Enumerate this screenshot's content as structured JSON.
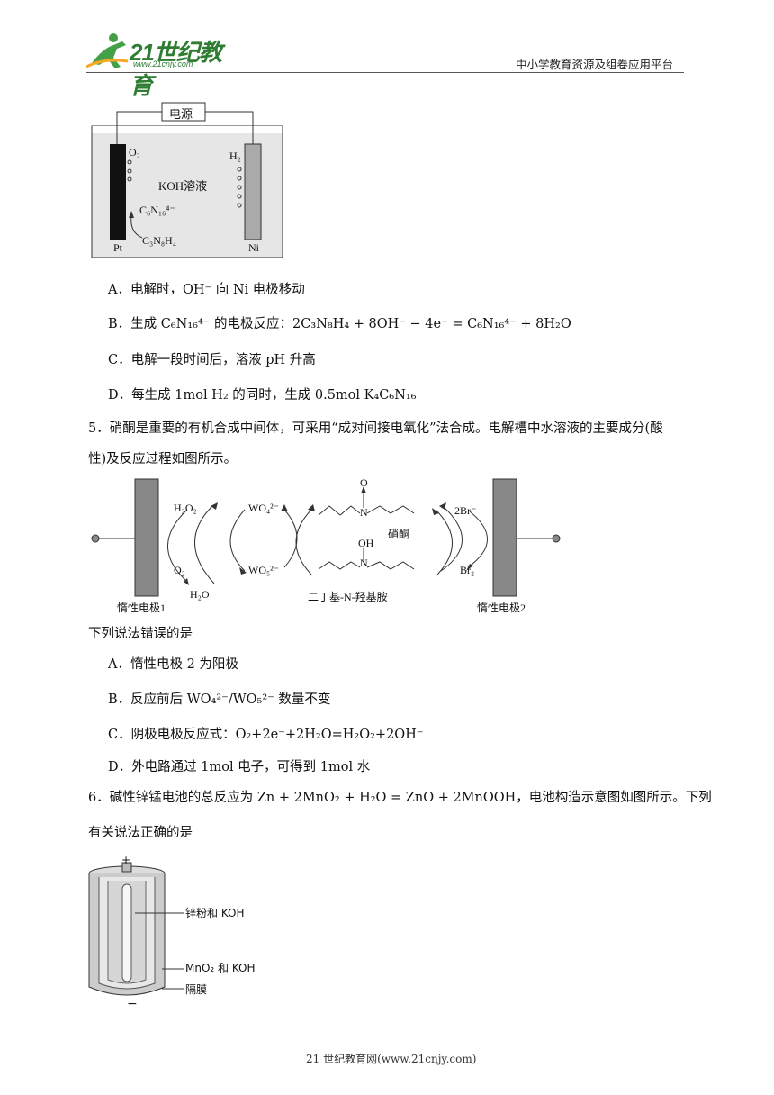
{
  "header": {
    "logo_text": "21世纪教育",
    "logo_sub": "www.21cnjy.com",
    "right_text": "中小学教育资源及组卷应用平台"
  },
  "q4_figure": {
    "power_label": "电源",
    "o2": "O₂",
    "h2": "H₂",
    "solution": "KOH溶液",
    "product": "C₆N₁₆⁴⁻",
    "reactant": "C₃N₈H₄",
    "left_electrode": "Pt",
    "right_electrode": "Ni"
  },
  "q4_options": {
    "A": "A．电解时，OH⁻ 向 Ni 电极移动",
    "B": "B．生成 C₆N₁₆⁴⁻ 的电极反应：2C₃N₈H₄ + 8OH⁻ − 4e⁻ = C₆N₁₆⁴⁻ + 8H₂O",
    "C": "C．电解一段时间后，溶液 pH 升高",
    "D": "D．每生成 1mol H₂ 的同时，生成 0.5mol K₄C₆N₁₆"
  },
  "q5": {
    "stem_line1": "5．硝酮是重要的有机合成中间体，可采用“成对间接电氧化”法合成。电解槽中水溶液的主要成分(酸",
    "stem_line2": "性)及反应过程如图所示。",
    "figure": {
      "h2o2": "H₂O₂",
      "o2": "O₂",
      "h2o": "H₂O",
      "wo4": "WO₄²⁻",
      "wo5": "WO₅²⁻",
      "nitrone": "硝酮",
      "hydroxylamine": "二丁基-N-羟基胺",
      "br": "2Br⁻",
      "br2": "Br₂",
      "o_label": "O",
      "n_label": "N",
      "oh_label": "OH",
      "electrode1": "惰性电极1",
      "electrode2": "惰性电极2"
    },
    "prompt": "下列说法错误的是",
    "options": {
      "A": "A．惰性电极 2 为阳极",
      "B": "B．反应前后 WO₄²⁻/WO₅²⁻ 数量不变",
      "C": "C．阴极电极反应式：O₂+2e⁻+2H₂O=H₂O₂+2OH⁻",
      "D": "D．外电路通过 1mol 电子，可得到 1mol 水"
    }
  },
  "q6": {
    "stem_line1": "6．碱性锌锰电池的总反应为 Zn + 2MnO₂ + H₂O = ZnO + 2MnOOH，电池构造示意图如图所示。下列",
    "stem_line2": "有关说法正确的是",
    "figure": {
      "plus": "+",
      "minus": "−",
      "zinc_label": "锌粉和 KOH",
      "mno2_label": "MnO₂ 和 KOH",
      "separator_label": "隔膜"
    }
  },
  "footer": {
    "text": "21 世纪教育网(www.21cnjy.com)"
  }
}
